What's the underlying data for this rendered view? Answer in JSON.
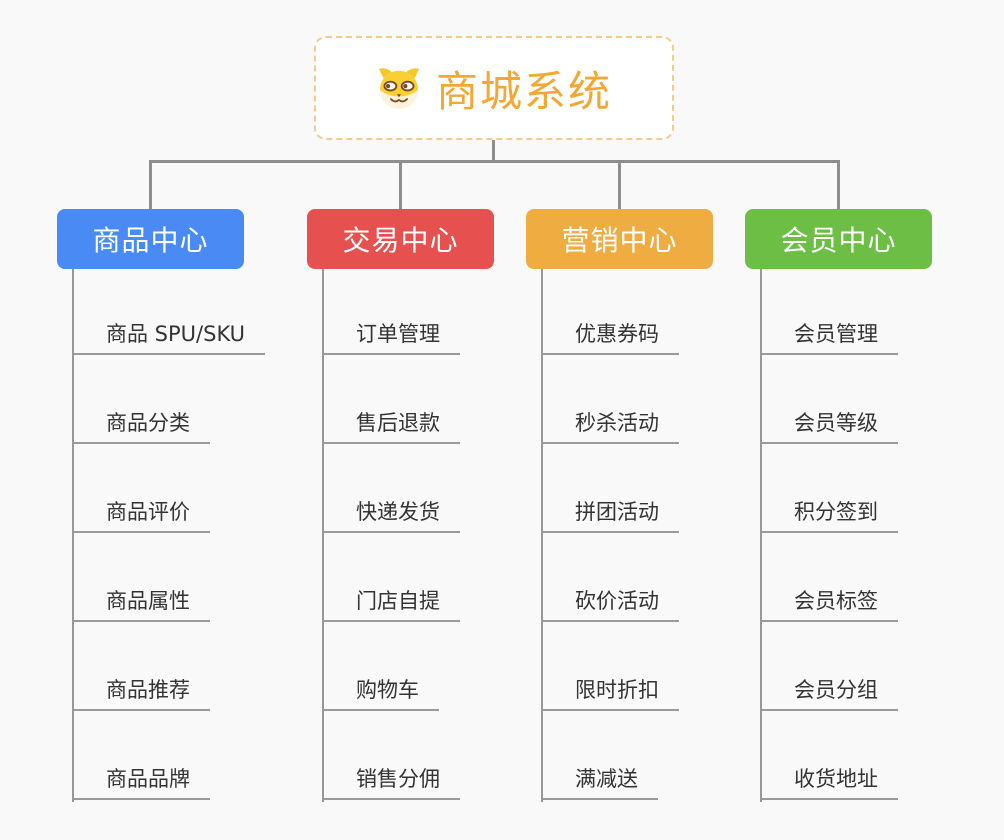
{
  "root": {
    "title": "商城系统",
    "icon": "shiba-dog-icon"
  },
  "branches": [
    {
      "label": "商品中心",
      "color": "#4a8af4",
      "items": [
        "商品 SPU/SKU",
        "商品分类",
        "商品评价",
        "商品属性",
        "商品推荐",
        "商品品牌"
      ]
    },
    {
      "label": "交易中心",
      "color": "#e6504e",
      "items": [
        "订单管理",
        "售后退款",
        "快递发货",
        "门店自提",
        "购物车",
        "销售分佣"
      ]
    },
    {
      "label": "营销中心",
      "color": "#efad41",
      "items": [
        "优惠券码",
        "秒杀活动",
        "拼团活动",
        "砍价活动",
        "限时折扣",
        "满减送"
      ]
    },
    {
      "label": "会员中心",
      "color": "#6cbe44",
      "items": [
        "会员管理",
        "会员等级",
        "积分签到",
        "会员标签",
        "会员分组",
        "收货地址"
      ]
    }
  ],
  "colors": {
    "background": "#f9f9f9",
    "connector": "#8e8e8e",
    "branch_spine": "#979797",
    "leaf_underline": "#9a9a9a",
    "leaf_text": "#333333",
    "root_border": "#f5c98a",
    "root_text": "#f5a733"
  }
}
